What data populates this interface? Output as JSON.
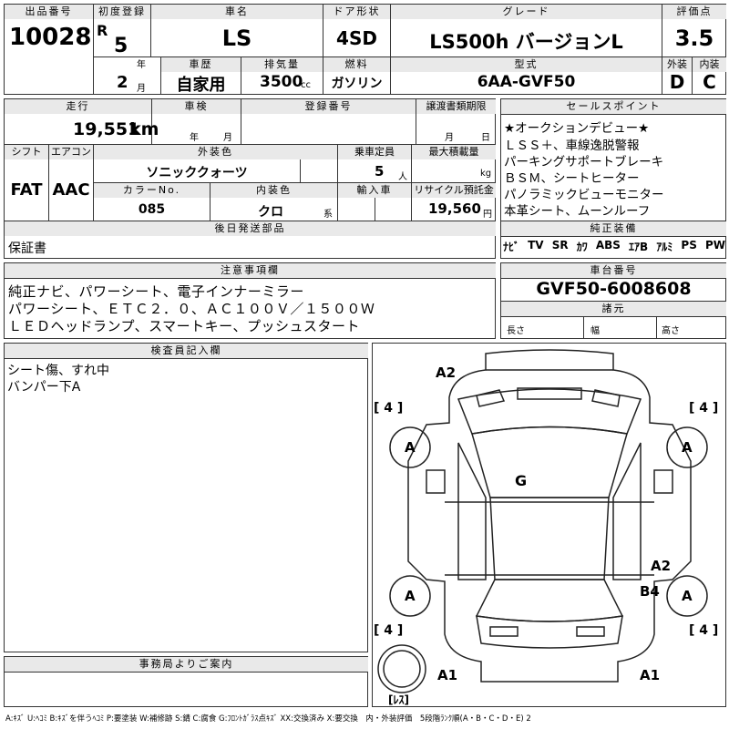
{
  "header": {
    "lot_no_label": "出品番号",
    "lot_no": "10028",
    "first_reg_label": "初度登録",
    "era": "R",
    "year": "5",
    "year_unit": "年",
    "month": "2",
    "month_unit": "月",
    "car_name_label": "車名",
    "car_name": "LS",
    "door_label": "ドア形状",
    "door": "4SD",
    "grade_label": "グレード",
    "grade": "LS500h バージョンL",
    "score_label": "評価点",
    "score": "3.5",
    "history_label": "車歴",
    "history": "自家用",
    "displacement_label": "排気量",
    "displacement": "3500",
    "displacement_unit": "cc",
    "fuel_label": "燃料",
    "fuel": "ガソリン",
    "model_label": "型式",
    "model": "6AA-GVF50",
    "ext_label": "外装",
    "ext_grade": "D",
    "int_label": "内装",
    "int_grade": "C"
  },
  "row2": {
    "mileage_label": "走行",
    "mileage": "19,551",
    "mileage_unit": "km",
    "inspection_label": "車検",
    "inspection_year_unit": "年",
    "inspection_month_unit": "月",
    "reg_no_label": "登録番号",
    "transfer_label": "譲渡書類期限",
    "transfer_month_unit": "月",
    "transfer_day_unit": "日",
    "shift_label": "シフト",
    "shift": "FAT",
    "ac_label": "エアコン",
    "ac": "AAC",
    "ext_color_label": "外装色",
    "ext_color": "ソニッククォーツ",
    "capacity_label": "乗車定員",
    "capacity": "5",
    "capacity_unit": "人",
    "load_label": "最大積載量",
    "load_unit": "kg",
    "color_no_label": "カラーNo.",
    "color_no": "085",
    "int_color_label": "内装色",
    "int_color": "クロ",
    "int_color_unit": "系",
    "import_label": "輸入車",
    "recycle_label": "リサイクル預託金",
    "recycle": "19,560",
    "recycle_unit": "円"
  },
  "sales_points": {
    "label": "セールスポイント",
    "lines": [
      "★オークションデビュー★",
      "ＬＳＳ＋、車線逸脱警報",
      "パーキングサポートブレーキ",
      "ＢＳＭ、シートヒーター",
      "パノラミックビューモニター",
      "本革シート、ムーンルーフ"
    ]
  },
  "later_parts": {
    "label": "後日発送部品",
    "value": "保証書"
  },
  "equipment": {
    "label": "純正装備",
    "items": [
      "ﾅﾋﾞ",
      "TV",
      "SR",
      "ｶﾜ",
      "ABS",
      "ｴｱB",
      "ｱﾙﾐ",
      "PS",
      "PW"
    ]
  },
  "notes": {
    "label": "注意事項欄",
    "lines": [
      "純正ナビ、パワーシート、電子インナーミラー",
      "パワーシート、ＥＴＣ２．０、ＡＣ１００Ｖ／１５００Ｗ",
      "ＬＥＤヘッドランプ、スマートキー、プッシュスタート"
    ]
  },
  "chassis": {
    "label": "車台番号",
    "value": "GVF50-6008608",
    "dims_label": "諸元",
    "length_label": "長さ",
    "width_label": "幅",
    "height_label": "高さ"
  },
  "inspector": {
    "label": "検査員記入欄",
    "lines": [
      "シート傷、すれ中",
      "バンパー下A"
    ]
  },
  "diagram": {
    "marks": {
      "a2_top": "A2",
      "g_center": "G",
      "a2_right": "A2",
      "b4_right": "B4",
      "a1_left": "A1",
      "a1_right": "A1",
      "tire_fl": "A",
      "tire_fr": "A",
      "tire_rl": "A",
      "tire_rr": "A",
      "depth_tl": "[ 4 ]",
      "depth_tr": "[ 4 ]",
      "depth_bl": "[ 4 ]",
      "depth_br": "[ 4 ]",
      "spare": "[ﾚｽ]"
    }
  },
  "office": {
    "label": "事務局よりご案内"
  },
  "legend": "A:ｷｽﾞ U:ﾍｺﾐ B:ｷｽﾞを伴うﾍｺﾐ P:要塗装 W:補修跡 S:錆 C:腐食 G:ﾌﾛﾝﾄｶﾞﾗｽ点ｷｽﾞ XX:交換済み X:要交換　内・外装評価　5段階ﾗﾝｸ順(A・B・C・D・E) 2"
}
